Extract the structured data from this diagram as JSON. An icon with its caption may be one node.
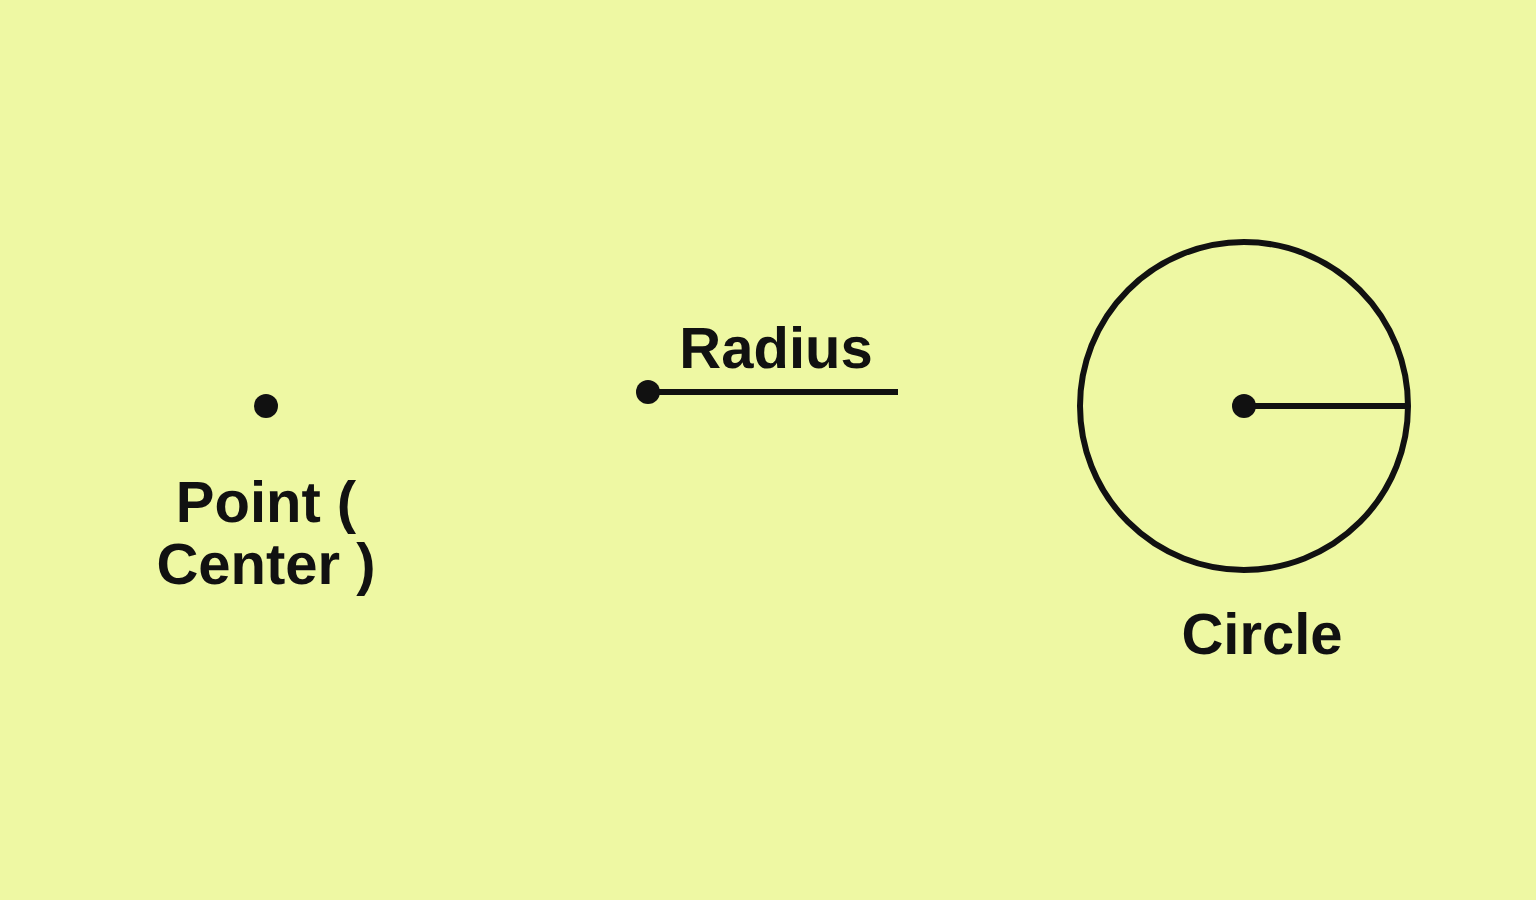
{
  "diagram": {
    "labels": [
      "Point ( Center )",
      "Radius",
      "Circle"
    ]
  }
}
